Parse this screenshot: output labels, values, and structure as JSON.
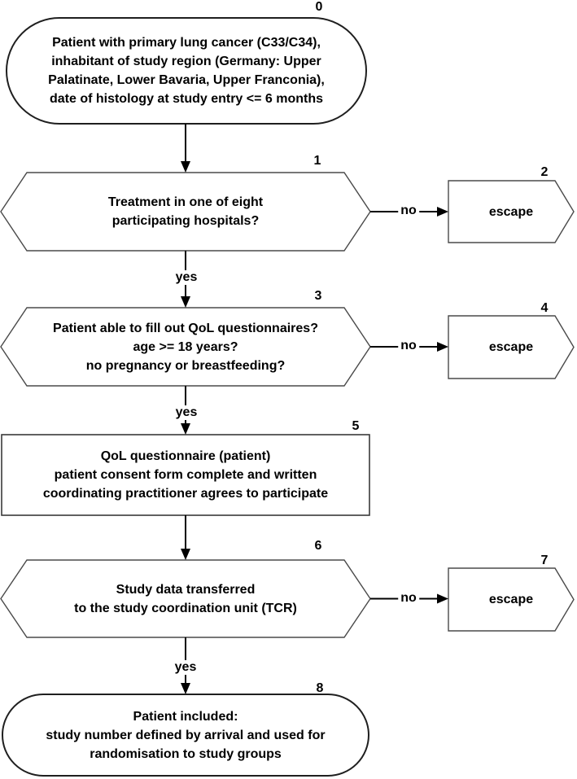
{
  "figure": {
    "type": "flowchart",
    "background": "#ffffff",
    "node_fill": "#ffffff",
    "node_border": "#4a4a4a",
    "terminator_border": "#1f1f1f",
    "arrow_color": "#000000",
    "text_color": "#000000"
  },
  "nodes": [
    {
      "id": "0",
      "shape": "terminator",
      "label": "0",
      "text": "Patient with primary lung cancer (C33/C34),\ninhabitant of study region (Germany: Upper\nPalatinate, Lower Bavaria, Upper Franconia),\ndate of histology at study entry <= 6 months"
    },
    {
      "id": "1",
      "shape": "decision",
      "label": "1",
      "text": "Treatment in one of eight\nparticipating hospitals?"
    },
    {
      "id": "2",
      "shape": "escape",
      "label": "2",
      "text": "escape"
    },
    {
      "id": "3",
      "shape": "decision",
      "label": "3",
      "text": "Patient able to fill out QoL questionnaires?\nage >= 18 years?\nno pregnancy or breastfeeding?"
    },
    {
      "id": "4",
      "shape": "escape",
      "label": "4",
      "text": "escape"
    },
    {
      "id": "5",
      "shape": "process",
      "label": "5",
      "text": "QoL questionnaire (patient)\npatient consent form complete and written\ncoordinating practitioner agrees to participate"
    },
    {
      "id": "6",
      "shape": "decision",
      "label": "6",
      "text": "Study data transferred\nto the study coordination unit (TCR)"
    },
    {
      "id": "7",
      "shape": "escape",
      "label": "7",
      "text": "escape"
    },
    {
      "id": "8",
      "shape": "terminator",
      "label": "8",
      "text": "Patient included:\nstudy number defined by arrival and used for\nrandomisation to study groups"
    }
  ],
  "edges": [
    {
      "from": "0",
      "to": "1",
      "label": ""
    },
    {
      "from": "1",
      "to": "2",
      "label": "no"
    },
    {
      "from": "1",
      "to": "3",
      "label": "yes"
    },
    {
      "from": "3",
      "to": "4",
      "label": "no"
    },
    {
      "from": "3",
      "to": "5",
      "label": "yes"
    },
    {
      "from": "5",
      "to": "6",
      "label": ""
    },
    {
      "from": "6",
      "to": "7",
      "label": "no"
    },
    {
      "from": "6",
      "to": "8",
      "label": "yes"
    }
  ]
}
